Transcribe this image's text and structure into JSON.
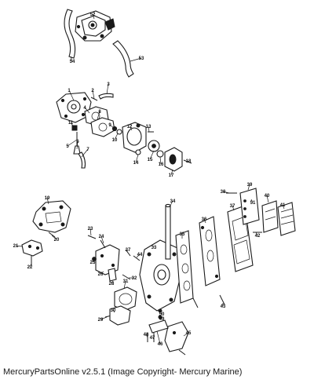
{
  "caption": "MercuryPartsOnline v2.5.1 (Image Copyright- Mercury Marine)",
  "callouts": [
    "1",
    "2",
    "3",
    "4",
    "5",
    "6",
    "7",
    "8",
    "9",
    "10",
    "11",
    "12",
    "13",
    "14",
    "15",
    "16",
    "17",
    "18",
    "19",
    "20",
    "21",
    "22",
    "23",
    "24",
    "25",
    "26",
    "27",
    "28",
    "29",
    "30",
    "31",
    "32",
    "33",
    "34",
    "35",
    "36",
    "37",
    "38",
    "39",
    "40",
    "41",
    "42",
    "43",
    "44",
    "45",
    "46",
    "47",
    "48",
    "49",
    "50",
    "51",
    "52",
    "53",
    "54"
  ]
}
